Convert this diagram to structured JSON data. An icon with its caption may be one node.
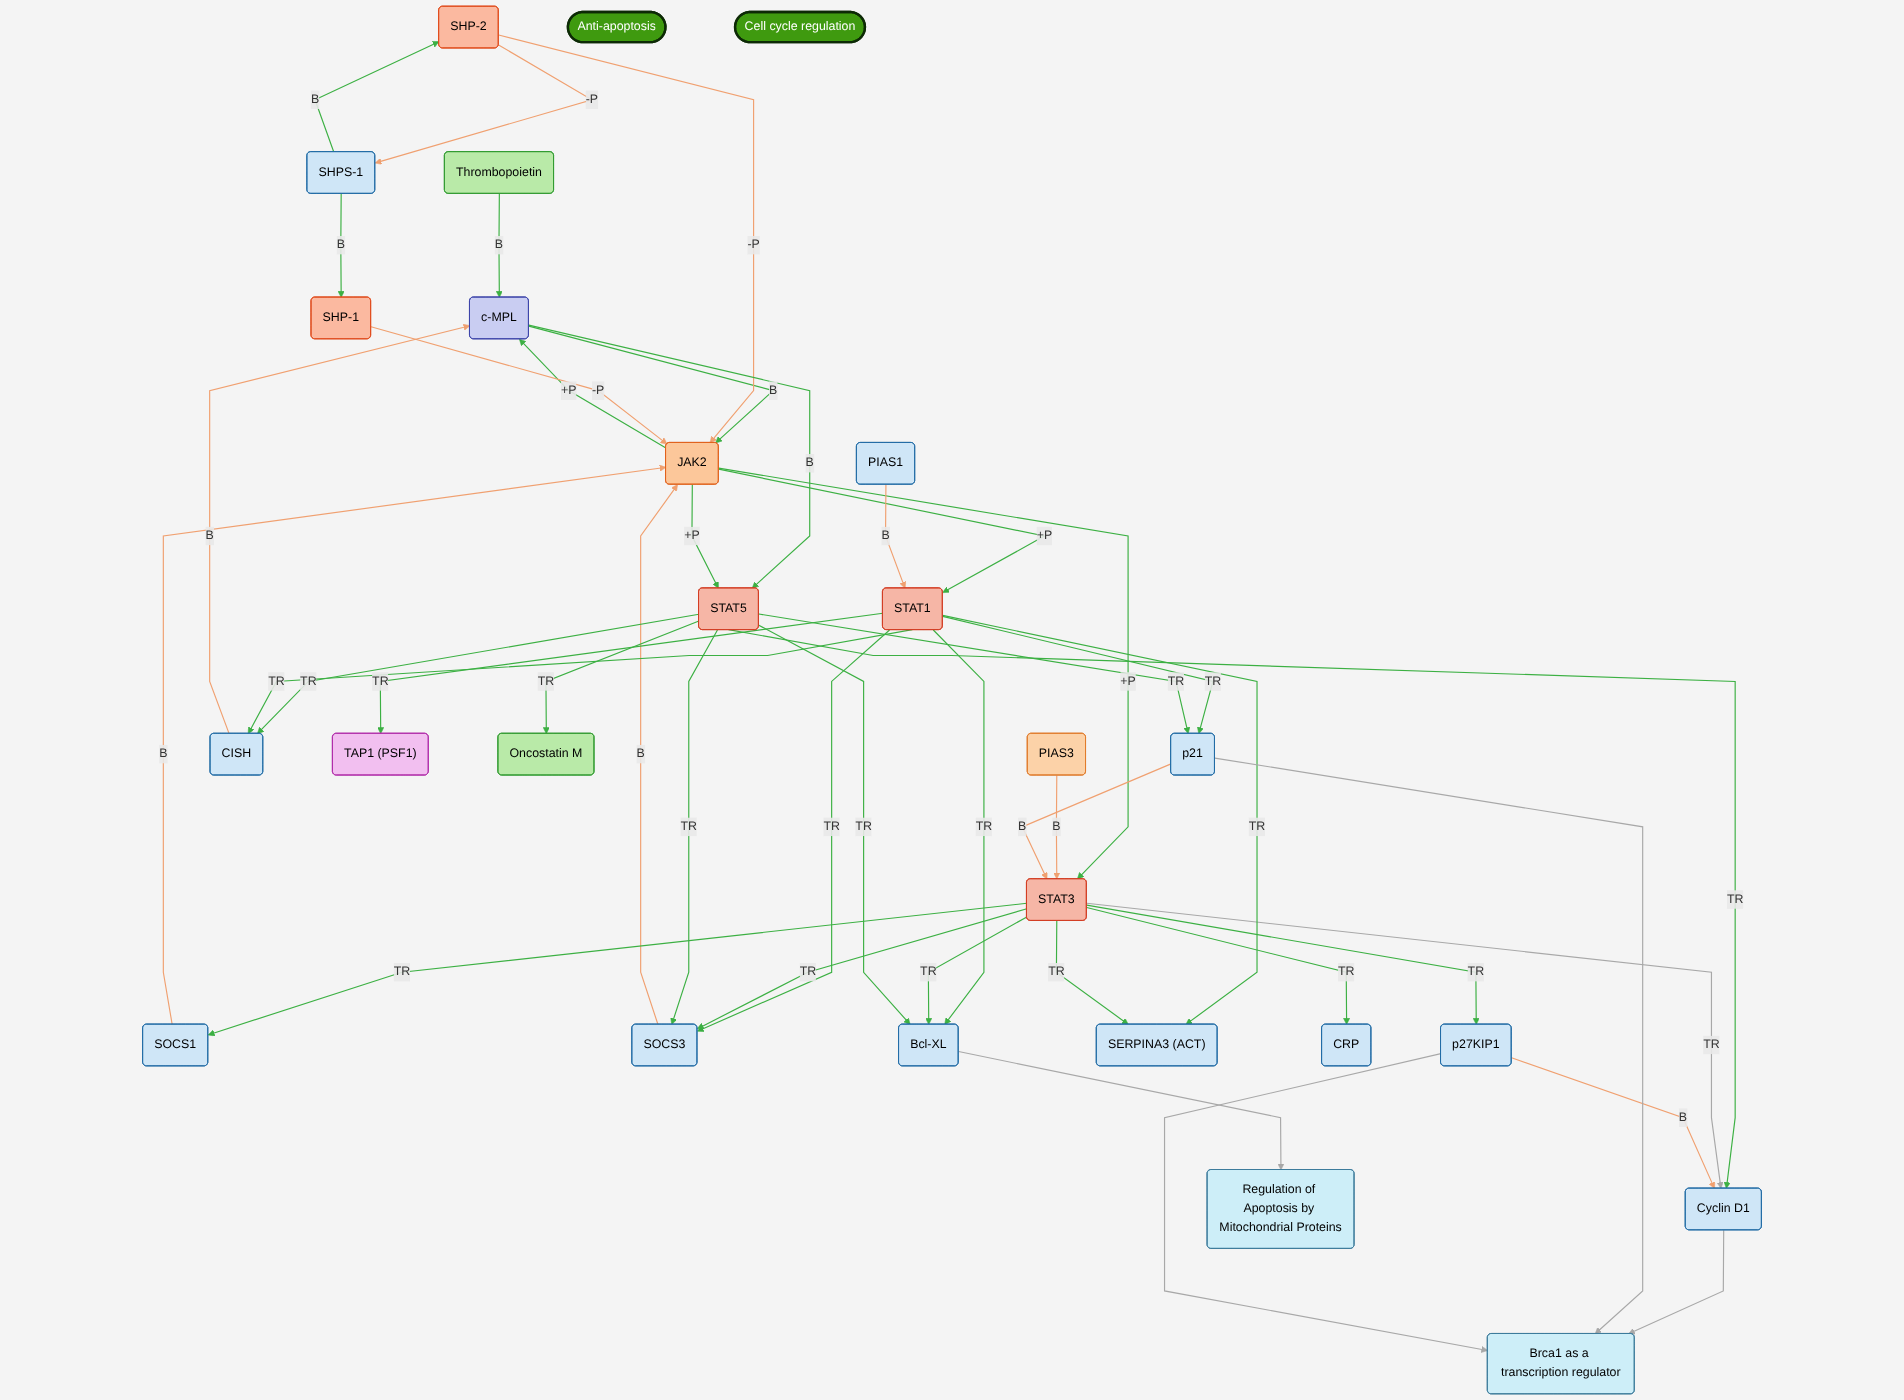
{
  "diagram": {
    "nodes": [
      {
        "text": [
          "Thrombopoietin"
        ]
      },
      {
        "text": [
          "c-MPL"
        ]
      },
      {
        "text": [
          "SOCS1"
        ]
      },
      {
        "text": [
          "SOCS3"
        ]
      },
      {
        "text": [
          "JAK2"
        ]
      },
      {
        "text": [
          "SHP-2"
        ]
      },
      {
        "text": [
          "SHPS-1"
        ]
      },
      {
        "text": [
          "SHP-1"
        ]
      },
      {
        "text": [
          "PIAS1"
        ]
      },
      {
        "text": [
          "STAT1"
        ]
      },
      {
        "text": [
          "STAT3"
        ]
      },
      {
        "text": [
          "PIAS3"
        ]
      },
      {
        "text": [
          "STAT5"
        ]
      },
      {
        "text": [
          "CISH"
        ]
      },
      {
        "text": [
          "Cyclin D1"
        ]
      },
      {
        "text": [
          "TAP1 (PSF1)"
        ]
      },
      {
        "text": [
          "Oncostatin M"
        ]
      },
      {
        "text": [
          "Bcl-XL"
        ]
      },
      {
        "text": [
          "SERPINA3 (ACT)"
        ]
      },
      {
        "text": [
          "CRP"
        ]
      },
      {
        "text": [
          "p21"
        ]
      },
      {
        "text": [
          "p27KIP1"
        ]
      },
      {
        "text": [
          "Regulation of Apoptosis by Mitochondrial Proteins"
        ]
      },
      {
        "text": [
          "Anti-apoptosis"
        ]
      },
      {
        "text": [
          "Brca1 as a transcription regulator"
        ]
      },
      {
        "text": [
          "Cell cycle regulation"
        ]
      }
    ],
    "edges": [
      {
        "from": 0,
        "to": 1,
        "arrow": "to",
        "label": "B"
      },
      {
        "from": 1,
        "to": 4,
        "arrow": "to",
        "label": "B"
      },
      {
        "from": 4,
        "to": 1,
        "arrow": "to",
        "label": "+P"
      },
      {
        "from": 2,
        "to": 4,
        "arrow": "to",
        "label": "B",
        "color": "#f0a070"
      },
      {
        "from": 3,
        "to": 4,
        "arrow": "to",
        "label": "B",
        "color": "#f0a070"
      },
      {
        "from": 5,
        "to": 4,
        "arrow": "to",
        "label": "-P",
        "color": "#f0a070"
      },
      {
        "from": 7,
        "to": 4,
        "arrow": "to",
        "label": "-P",
        "color": "#f0a070"
      },
      {
        "from": 6,
        "to": 5,
        "arrow": "to",
        "label": "B"
      },
      {
        "from": 5,
        "to": 6,
        "arrow": "to",
        "label": "-P",
        "color": "#f0a070"
      },
      {
        "from": 6,
        "to": 7,
        "arrow": "to",
        "label": "B"
      },
      {
        "from": 1,
        "to": 12,
        "arrow": "to",
        "label": "B"
      },
      {
        "from": 13,
        "to": 1,
        "arrow": "to",
        "label": "B",
        "color": "#f0a070"
      },
      {
        "from": 4,
        "to": 9,
        "arrow": "to",
        "label": "+P"
      },
      {
        "from": 4,
        "to": 10,
        "arrow": "to",
        "label": "+P"
      },
      {
        "from": 4,
        "to": 12,
        "arrow": "to",
        "label": "+P"
      },
      {
        "from": 10,
        "to": 2,
        "arrow": "to",
        "label": "TR"
      },
      {
        "from": 9,
        "to": 3,
        "arrow": "to",
        "label": "TR"
      },
      {
        "from": 10,
        "to": 3,
        "arrow": "to",
        "label": "TR"
      },
      {
        "from": 12,
        "to": 3,
        "arrow": "to",
        "label": "TR"
      },
      {
        "from": 8,
        "to": 9,
        "arrow": "to",
        "label": "B",
        "color": "#f0a070"
      },
      {
        "from": 11,
        "to": 10,
        "arrow": "to",
        "label": "B",
        "color": "#f0a070"
      },
      {
        "from": 12,
        "to": 13,
        "arrow": "to",
        "label": "TR"
      },
      {
        "from": 9,
        "to": 13,
        "arrow": "to",
        "label": "TR"
      },
      {
        "from": 12,
        "to": 14,
        "arrow": "to",
        "label": "TR"
      },
      {
        "from": 12,
        "to": 16,
        "arrow": "to",
        "label": "TR"
      },
      {
        "from": 10,
        "to": 14,
        "arrow": "to",
        "label": "TR",
        "color": "#a8a8a8"
      },
      {
        "from": 9,
        "to": 15,
        "arrow": "to",
        "label": "TR"
      },
      {
        "from": 9,
        "to": 17,
        "arrow": "to",
        "label": "TR"
      },
      {
        "from": 10,
        "to": 17,
        "arrow": "to",
        "label": "TR"
      },
      {
        "from": 12,
        "to": 17,
        "arrow": "to",
        "label": "TR"
      },
      {
        "from": 9,
        "to": 18,
        "arrow": "to",
        "label": "TR"
      },
      {
        "from": 10,
        "to": 18,
        "arrow": "to",
        "label": "TR"
      },
      {
        "from": 10,
        "to": 19,
        "arrow": "to",
        "label": "TR"
      },
      {
        "from": 9,
        "to": 20,
        "arrow": "to",
        "label": "TR"
      },
      {
        "from": 12,
        "to": 20,
        "arrow": "to",
        "label": "TR"
      },
      {
        "from": 10,
        "to": 21,
        "arrow": "to",
        "label": "TR"
      },
      {
        "from": 20,
        "to": 10,
        "arrow": "to",
        "label": "B",
        "color": "#f0a070"
      },
      {
        "from": 21,
        "to": 14,
        "arrow": "to",
        "label": "B",
        "color": "#f0a070"
      },
      {
        "from": 17,
        "to": 22,
        "arrow": "to",
        "color": "#a8a8a8"
      },
      {
        "from": 14,
        "to": 24,
        "arrow": "to",
        "color": "#a8a8a8"
      },
      {
        "from": 20,
        "to": 24,
        "arrow": "to",
        "color": "#a8a8a8"
      },
      {
        "from": 21,
        "to": 24,
        "arrow": "to",
        "color": "#a8a8a8"
      }
    ]
  }
}
